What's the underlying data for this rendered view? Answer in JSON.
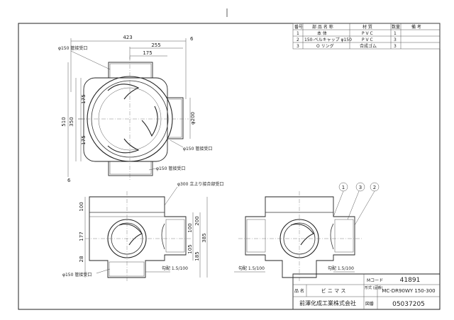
{
  "parts_table": {
    "headers": [
      "番号",
      "部 品 名 称",
      "材 質",
      "数量",
      "備 考"
    ],
    "rows": [
      {
        "no": "1",
        "name": "本 体",
        "material": "P V C",
        "qty": "1",
        "note": ""
      },
      {
        "no": "2",
        "name": "150-ベルキャップ φ150",
        "material": "P V C",
        "qty": "3",
        "note": ""
      },
      {
        "no": "3",
        "name": "O リング",
        "material": "合成ゴム",
        "qty": "3",
        "note": ""
      }
    ]
  },
  "top_view": {
    "dim_width_total": "423",
    "dim_offset": "255",
    "dim_inner": "175",
    "dim_gap": "6",
    "dim_height_total": "510",
    "dim_height_inner": "350",
    "dim_upper_half": "175",
    "dim_lower_half": "175",
    "dim_bottom_gap": "6",
    "dim_diameter_side": "φ200",
    "label_top_socket": "φ150 管接受口",
    "label_right_socket": "φ150 管接受口",
    "label_bottom_socket": "φ150 管接受口"
  },
  "front_view": {
    "label_riser_socket": "φ300 立上り接合部受口",
    "dim_top": "100",
    "dim_middle": "177",
    "dim_bottom": "28",
    "dim_right_upper": "100",
    "dim_right_lower": "105",
    "dim_right_base": "185",
    "dim_inner_200": "200",
    "dim_total_385": "385",
    "label_outlet": "φ150 管接受口",
    "label_slope": "勾配 1.5/100"
  },
  "side_view": {
    "balloons": [
      "1",
      "3",
      "2"
    ],
    "label_slope_left": "勾配 1.5/100",
    "label_slope_right": "勾配 1.5/100"
  },
  "title_block": {
    "m_code_label": "Mコード",
    "m_code_value": "41891",
    "name_label": "品 名",
    "name_value": "ビ ニ マ ス",
    "model_label": "形式 (品番)",
    "model_value": "MC-DR90WY 150-300",
    "company": "前澤化成工業株式会社",
    "drawing_no_label": "図番",
    "drawing_no_value": "05037205"
  }
}
